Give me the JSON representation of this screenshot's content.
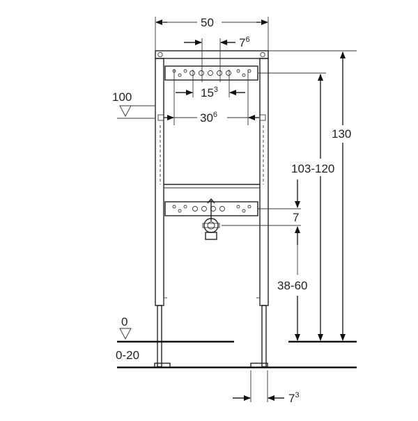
{
  "dimensions": {
    "width_top": {
      "base": "50"
    },
    "offset_top": {
      "base": "7",
      "sup": "6"
    },
    "spacing_inner": {
      "base": "15",
      "sup": "3"
    },
    "spacing_outer": {
      "base": "30",
      "sup": "6"
    },
    "total_height": {
      "base": "130"
    },
    "height_range": {
      "base": "103-120"
    },
    "step_small": {
      "base": "7"
    },
    "outlet_range": {
      "base": "38-60"
    },
    "foot_offset": {
      "base": "7",
      "sup": "3"
    }
  },
  "levels": {
    "upper_level": "100",
    "floor_level": "0",
    "floor_range": "0-20"
  }
}
